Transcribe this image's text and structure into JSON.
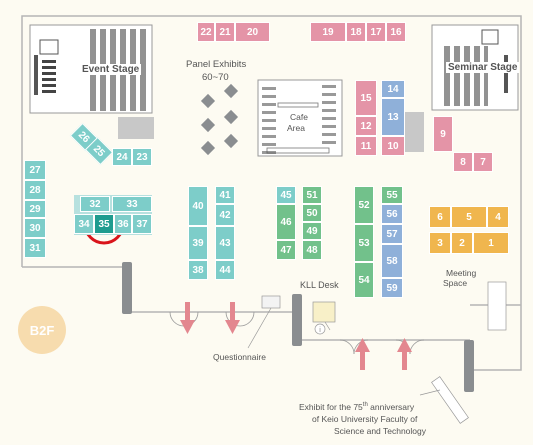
{
  "floor": "B2F",
  "labels": {
    "event_stage": "Event Stage",
    "panel_exhibits": "Panel Exhibits",
    "panel_range": "60~70",
    "cafe_area_line1": "Cafe",
    "cafe_area_line2": "Area",
    "seminar_stage": "Seminar Stage",
    "kll_desk": "KLL Desk",
    "meeting_space_line1": "Meeting",
    "meeting_space_line2": "Space",
    "questionnaire": "Questionnaire",
    "exhibit_line1": "Exhibit for the 75",
    "exhibit_sup": "th",
    "exhibit_line1b": " anniversary",
    "exhibit_line2": "of Keio University Faculty of",
    "exhibit_line3": "Science and Technology"
  },
  "highlight": {
    "booth": "35",
    "color": "#d9141b"
  },
  "colors": {
    "pink": "#e494a7",
    "teal": "#7dcdc9",
    "green": "#72c18b",
    "blue": "#8fb0d9",
    "orange": "#f0b64e"
  },
  "booths": [
    "1",
    "2",
    "3",
    "4",
    "5",
    "6",
    "7",
    "8",
    "9",
    "10",
    "11",
    "12",
    "13",
    "14",
    "15",
    "16",
    "17",
    "18",
    "19",
    "20",
    "21",
    "22",
    "23",
    "24",
    "25",
    "26",
    "27",
    "28",
    "29",
    "30",
    "31",
    "32",
    "33",
    "34",
    "35",
    "36",
    "37",
    "38",
    "39",
    "40",
    "41",
    "42",
    "43",
    "44",
    "45",
    "46",
    "47",
    "48",
    "49",
    "50",
    "51",
    "52",
    "53",
    "54",
    "55",
    "56",
    "57",
    "58",
    "59"
  ]
}
